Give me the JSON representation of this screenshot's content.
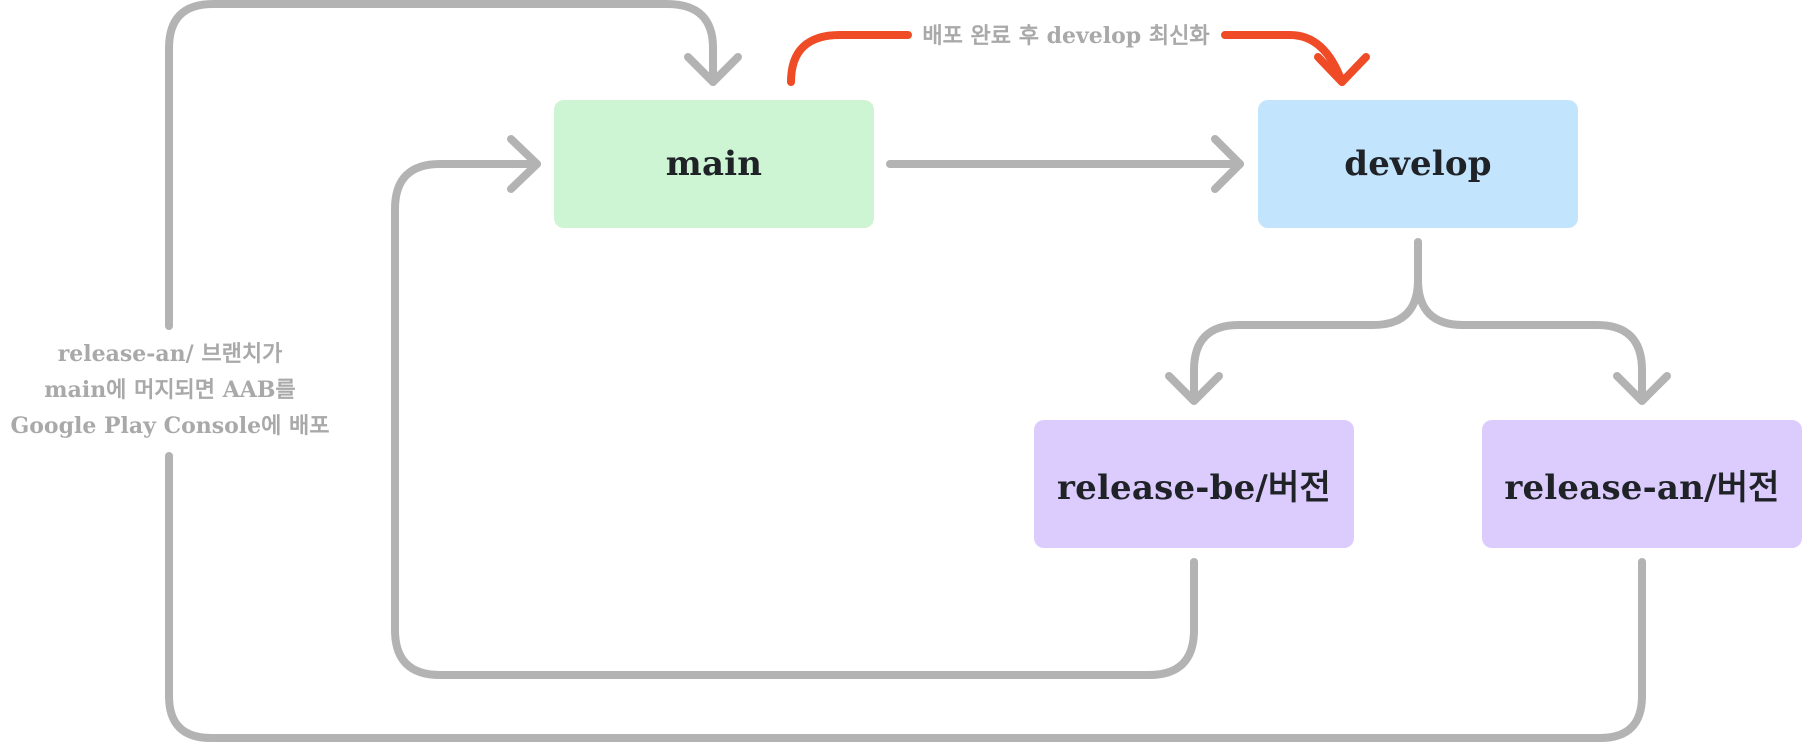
{
  "nodes": {
    "main": {
      "label": "main",
      "color": "#cdf4d3"
    },
    "develop": {
      "label": "develop",
      "color": "#c3e4fd"
    },
    "release_be": {
      "label": "release-be/버전",
      "color": "#dccbfd"
    },
    "release_an": {
      "label": "release-an/버전",
      "color": "#dccbfd"
    }
  },
  "annotations": {
    "sync_label": "배포 완료 후 develop 최신화",
    "deploy_label_lines": [
      "release-an/ 브랜치가",
      "main에 머지되면 AAB를",
      "Google Play Console에 배포"
    ]
  },
  "colors": {
    "connector": "#b3b3b3",
    "highlight": "#ef4b26"
  }
}
